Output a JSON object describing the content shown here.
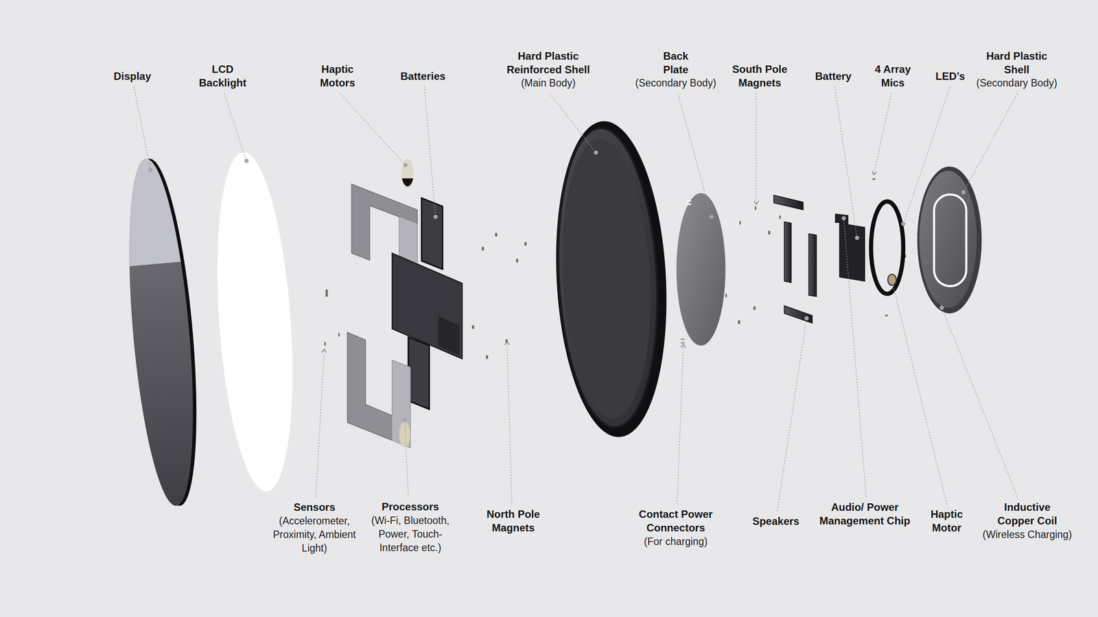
{
  "diagram": {
    "labels": [
      "Display",
      "LCD Backlight",
      "Haptic Motors",
      "Batteries",
      "Hard Plastic Reinforced Shell",
      "(Main Body)",
      "Back Plate",
      "(Secondary Body)",
      "South Pole Magnets",
      "Battery",
      "4 Array Mics",
      "LED’s",
      "Hard Plastic Shell",
      "(Secondary Body)",
      "Sensors",
      "(Accelerometer, Proximity, Ambient Light)",
      "Processors",
      "(Wi-Fi, Bluetooth, Power, Touch-Interface etc.)",
      "North Pole Magnets",
      "Contact Power Connectors",
      "(For charging)",
      "Speakers",
      "Audio/ Power Management Chip",
      "Haptic Motor",
      "Inductive Copper Coil",
      "(Wireless Charging)"
    ]
  }
}
